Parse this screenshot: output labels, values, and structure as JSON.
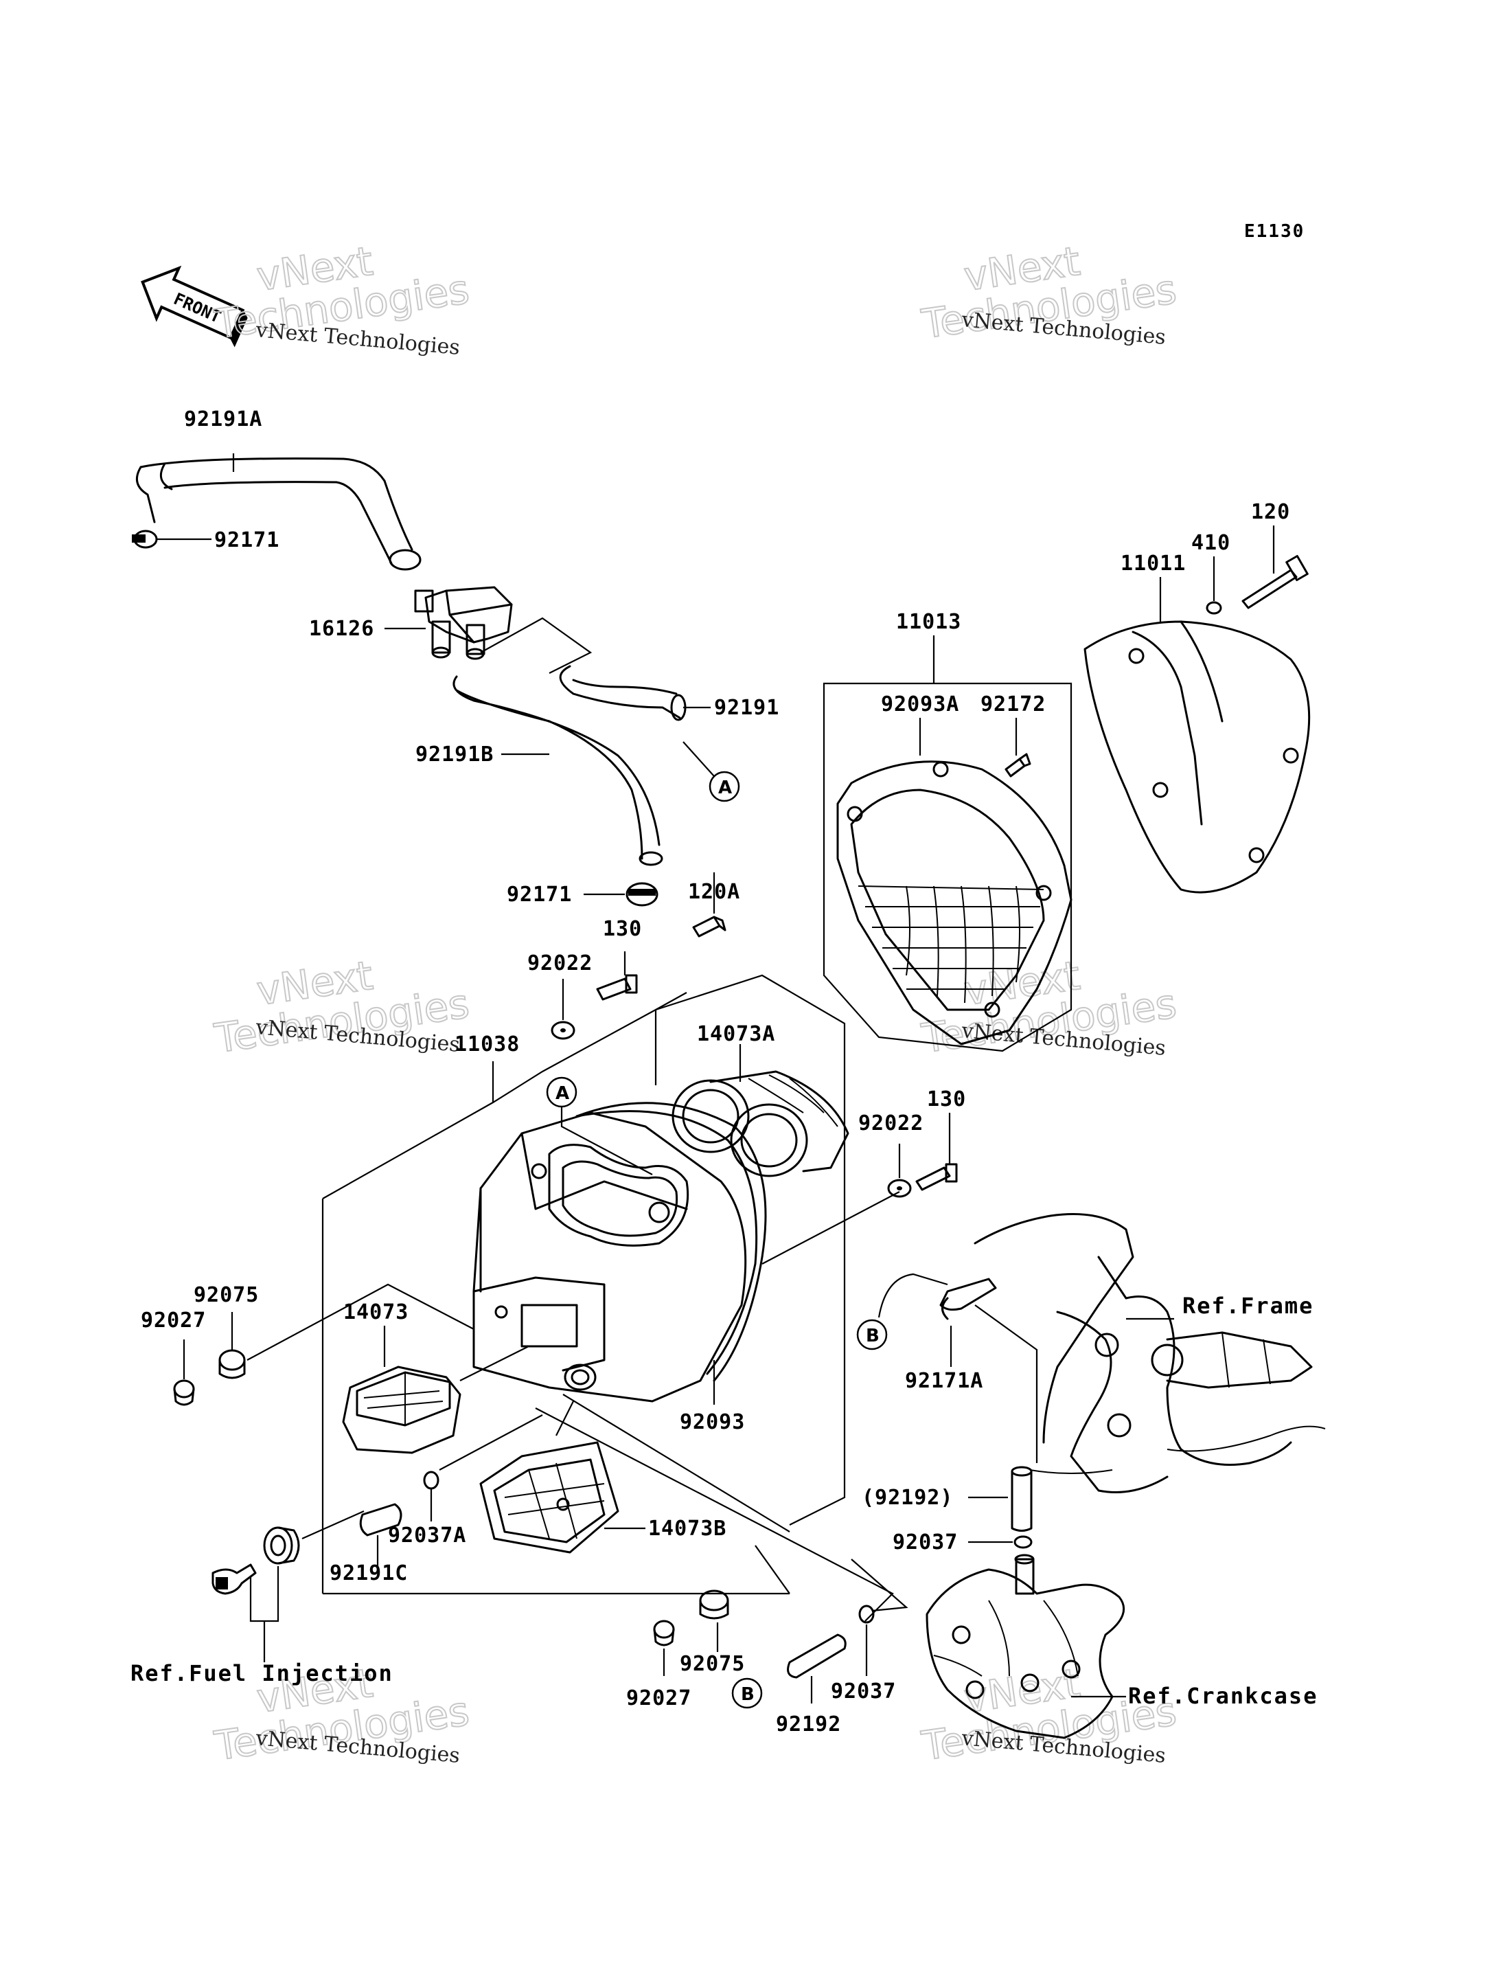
{
  "diagram_code": "E1130",
  "front_label": "FRONT",
  "watermark": {
    "line1": "vNext Technologies",
    "line2": "vNext",
    "line3": "Technologies"
  },
  "parts": {
    "p92191A": "92191A",
    "p92171_top": "92171",
    "p16126": "16126",
    "p92191": "92191",
    "p92191B": "92191B",
    "p92171_mid": "92171",
    "p120A": "120A",
    "p130_top": "130",
    "p92022_top": "92022",
    "p11038": "11038",
    "p14073A": "14073A",
    "p11013": "11013",
    "p92093A": "92093A",
    "p92172": "92172",
    "p11011": "11011",
    "p410": "410",
    "p120": "120",
    "p130_mid": "130",
    "p92022_mid": "92022",
    "p92075_left": "92075",
    "p92027_left": "92027",
    "p14073": "14073",
    "p92093": "92093",
    "p92171A": "92171A",
    "p92192_paren": "(92192)",
    "p92037_right": "92037",
    "p92037A": "92037A",
    "p14073B": "14073B",
    "p92191C": "92191C",
    "p92027_bot": "92027",
    "p92075_bot": "92075",
    "p92037_bot": "92037",
    "p92192_bot": "92192"
  },
  "refs": {
    "frame": "Ref.Frame",
    "fuel_injection": "Ref.Fuel Injection",
    "crankcase": "Ref.Crankcase"
  },
  "markers": {
    "a": "A",
    "b": "B"
  }
}
